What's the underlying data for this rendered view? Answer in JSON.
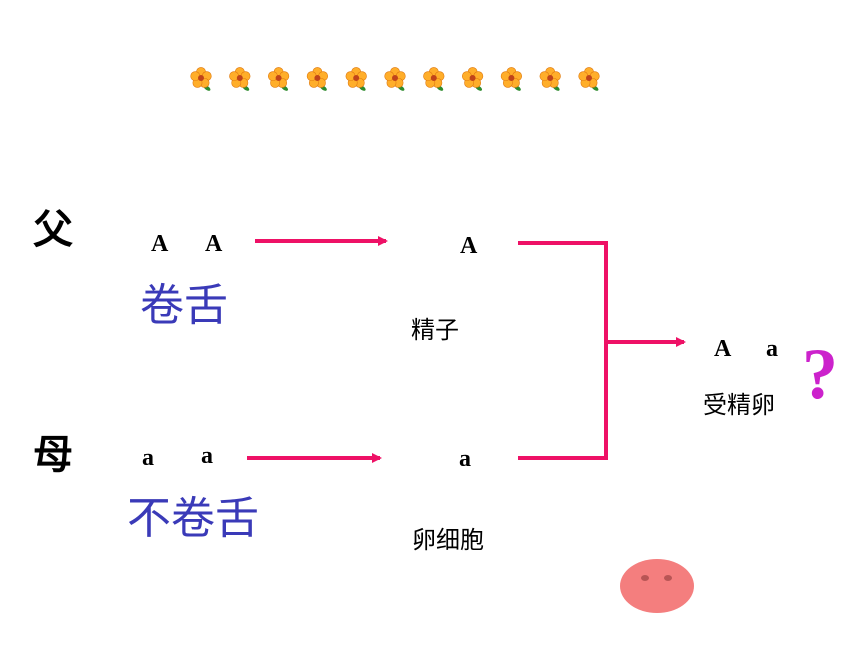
{
  "decoration": {
    "flower_count": 11,
    "icon": "flower-icon"
  },
  "father": {
    "label": "父",
    "genotype": [
      "A",
      "A"
    ],
    "trait": "卷舌"
  },
  "mother": {
    "label": "母",
    "genotype": [
      "a",
      "a"
    ],
    "trait": "不卷舌"
  },
  "sperm": {
    "allele": "A",
    "label": "精子"
  },
  "egg": {
    "allele": "a",
    "label": "卵细胞"
  },
  "zygote": {
    "genotype": [
      "A",
      "a"
    ],
    "label": "受精卵",
    "question": "?"
  },
  "colors": {
    "arrow": "#ee1166",
    "trait_text": "#3a3ab8",
    "question_mark": "#cc22cc",
    "pig_face": "#f47e7e"
  }
}
